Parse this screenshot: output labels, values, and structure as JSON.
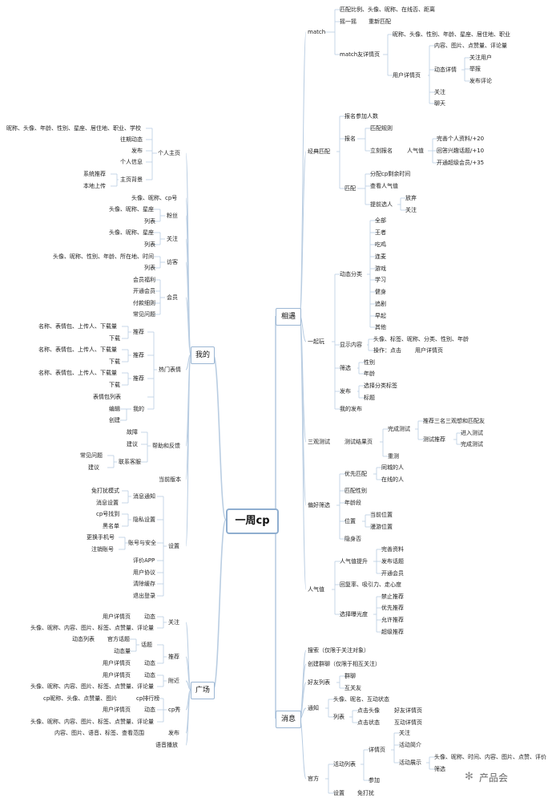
{
  "root": "一周cp",
  "watermark": "产品会",
  "watermark_icon": "wechat-logo-icon",
  "branches": {
    "wode": "我的",
    "guangchang": "广场",
    "xiangyu": "相遇",
    "xiaoxi": "消息"
  },
  "labels": {
    "match": "match",
    "m_info": "匹配比例、头像、昵称、在线否、距离",
    "m_yaoyiyao": "摇一摇",
    "m_rematch": "重新匹配",
    "m_detail": "match友详情页",
    "m_d_info": "昵称、头像、性别、年龄、星座、居住地、职业",
    "m_userdetail": "用户详情页",
    "m_ud_content": "内容、图片、点赞量、评论量",
    "m_dynamic": "动态详情",
    "m_follow_user": "关注用户",
    "m_report": "举报",
    "m_comment": "发布评论",
    "m_follow": "关注",
    "m_chat": "聊天",
    "jd": "经典匹配",
    "jd_count": "报名参加人数",
    "jd_signup": "报名",
    "jd_rule": "匹配规则",
    "jd_now": "立刻报名",
    "jd_pop": "人气值",
    "jd_p1": "完善个人资料/+20",
    "jd_p2": "回答兴趣话题/+10",
    "jd_p3": "开通超级会员/+35",
    "jd_match": "匹配",
    "jd_alloc": "分配cp剩余时间",
    "jd_viewpop": "查看人气值",
    "jd_pre": "提前选人",
    "jd_give": "放弃",
    "jd_follow": "关注",
    "yq": "一起玩",
    "yq_cat": "动态分类",
    "c1": "全部",
    "c2": "王者",
    "c3": "吃鸡",
    "c4": "连麦",
    "c5": "游戏",
    "c6": "学习",
    "c7": "健身",
    "c8": "追剧",
    "c9": "早起",
    "c10": "其他",
    "yq_show": "显示内容",
    "yq_show_info": "头像、标签、昵称、分类、性别、年龄",
    "yq_op": "操作：点击",
    "yq_op_target": "用户详情页",
    "yq_filter": "筛选",
    "yq_sex": "性别",
    "yq_age": "年龄",
    "yq_pub": "发布",
    "yq_pub_tag": "选择分类标签",
    "yq_pub_title": "标题",
    "yq_mine": "我的发布",
    "sg": "三观测试",
    "sg_result": "测试结果页",
    "sg_done": "完成测试",
    "sg_rec3": "推荐三名三观想和匹配友",
    "sg_rec": "测试推荐",
    "sg_enter": "进入测试",
    "sg_fin": "完成测试",
    "sg_retest": "重测",
    "ph": "偏好筛选",
    "ph_first": "优先匹配",
    "ph_city": "同城的人",
    "ph_online": "在线的人",
    "ph_sex": "匹配性别",
    "ph_age": "年龄段",
    "ph_loc": "位置",
    "ph_cur": "当前位置",
    "ph_roam": "漫游位置",
    "ph_hide": "隐身否",
    "rq": "人气值",
    "rq_up": "人气值提升",
    "rq_u1": "完善资料",
    "rq_u2": "发布话题",
    "rq_u3": "开通会员",
    "rq_back": "回复率、吸引力、走心度",
    "rq_exp": "选择曝光度",
    "rq_e1": "禁止推荐",
    "rq_e2": "优先推荐",
    "rq_e3": "允许推荐",
    "rq_e4": "超级推荐",
    "xx_search": "搜索（仅限于关注对象）",
    "xx_group": "创建群聊（仅限于相互关注）",
    "xx_friends": "好友列表",
    "xx_qun": "群聊",
    "xx_mutual": "互关友",
    "xx_notice": "通知",
    "xx_notice_info": "头像、昵名、互动状态",
    "xx_list": "列表",
    "xx_click_avatar": "点击头像",
    "xx_friend_detail": "好友详情页",
    "xx_click_status": "点击状态",
    "xx_interact_detail": "互动详情页",
    "xx_official": "官方",
    "xx_act_list": "活动列表",
    "xx_detail": "详情页",
    "xx_d_follow": "关注",
    "xx_d_intro": "活动简介",
    "xx_d_show": "活动展示",
    "xx_d_show_info": "头像、昵称、时间、内容、图片、点赞、评价",
    "xx_d_filter": "筛选",
    "xx_join": "参加",
    "xx_setting": "设置",
    "xx_nodisturb": "免打扰",
    "w_home": "个人主页",
    "w_h_info": "昵称、头像、年龄、性别、星座、居住地、职业、学校",
    "w_h_past": "往期动态",
    "w_h_pub": "发布",
    "w_h_personal": "个人信息",
    "w_h_bg": "主页背景",
    "w_h_bg_sys": "系统推荐",
    "w_h_bg_local": "本地上传",
    "w_cp": "头像、昵称、cp号",
    "w_fans": "粉丝",
    "w_fans_info": "头像、昵称、星座",
    "w_fans_list": "列表",
    "w_follow": "关注",
    "w_follow_info": "头像、昵称、星座",
    "w_follow_list": "列表",
    "w_visitor": "访客",
    "w_visitor_info": "头像、昵称、性别、年龄、所在地、时间",
    "w_visitor_list": "列表",
    "w_member": "会员",
    "w_m1": "会员福利",
    "w_m2": "开通会员",
    "w_m3": "付款细则",
    "w_m4": "常见问题",
    "w_hot": "热门表情",
    "w_hot_rec1": "推荐",
    "w_hot_info1": "名称、表情包、上传人、下载量",
    "w_hot_dl1": "下载",
    "w_hot_rec2": "推荐",
    "w_hot_info2": "名称、表情包、上传人、下载量",
    "w_hot_dl2": "下载",
    "w_hot_rec3": "推荐",
    "w_hot_info3": "名称、表情包、上传人、下载量",
    "w_hot_dl3": "下载",
    "w_hot_list": "表情包列表",
    "w_hot_mine": "我的",
    "w_hot_edit": "编辑",
    "w_hot_create": "创建",
    "w_help": "帮助和反馈",
    "w_help_bug": "故障",
    "w_help_sugg": "建议",
    "w_help_cs": "联系客服",
    "w_help_faq": "常见问题",
    "w_help_sugg2": "建议",
    "w_version": "当前版本",
    "w_set": "设置",
    "w_set_msg": "消息通知",
    "w_set_msg_1": "免打扰模式",
    "w_set_msg_2": "消息设置",
    "w_set_priv": "隐私设置",
    "w_set_priv_1": "cp号找到",
    "w_set_priv_2": "黑名单",
    "w_set_acc": "账号与安全",
    "w_set_acc_1": "更换手机号",
    "w_set_acc_2": "注销账号",
    "w_set_rate": "评价APP",
    "w_set_agree": "用户协议",
    "w_set_clear": "清除缓存",
    "w_set_logout": "退出登录",
    "g_follow": "关注",
    "g_f_ud": "用户详情页",
    "g_f_dyn": "动态",
    "g_f_info": "头像、昵称、内容、图片、标签、点赞量、评论量",
    "g_rec": "推荐",
    "g_r_topic": "话题",
    "g_r_list": "动态列表",
    "g_r_official": "官方话题",
    "g_r_dynamic": "动态量",
    "g_r_ud": "用户详情页",
    "g_r_dyn": "动态",
    "g_near": "附近",
    "g_n_ud": "用户详情页",
    "g_n_dyn": "动态",
    "g_n_info": "头像、昵称、内容、图片、标签、点赞量、评论量",
    "g_cpshow": "cp秀",
    "g_c_rank": "cp排行榜",
    "g_c_rank_info": "cp昵称、头像、点赞量、图片",
    "g_c_ud": "用户详情页",
    "g_c_dyn": "动态",
    "g_c_info": "头像、昵称、内容、图片、标签、点赞量、评论量",
    "g_pub": "发布",
    "g_pub_info": "内容、图片、语音、标签、查看范围",
    "g_voice": "语音播放"
  }
}
